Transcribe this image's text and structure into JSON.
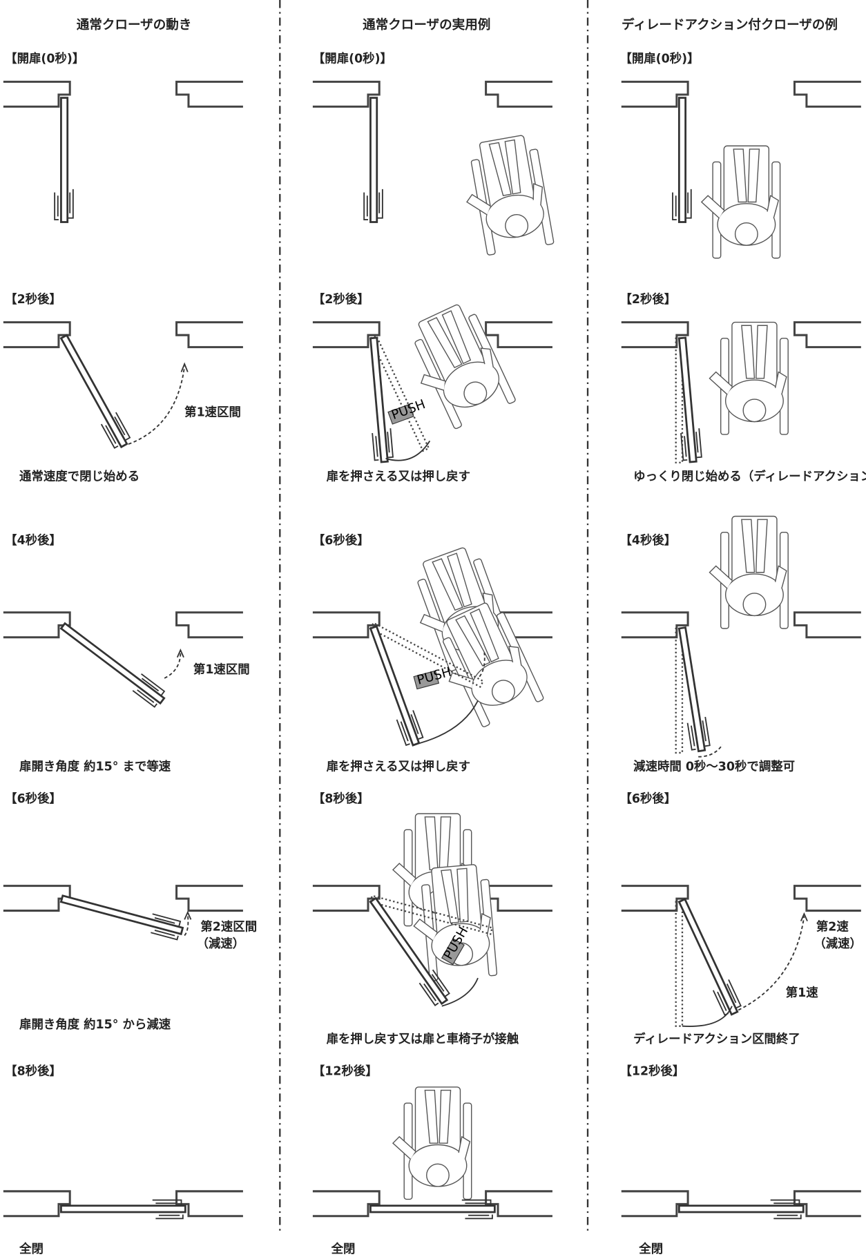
{
  "columns": [
    {
      "title": "通常クローザの動き",
      "steps": [
        {
          "label": "【開扉(0秒)】"
        },
        {
          "label": "【2秒後】",
          "caption": "通常速度で閉じ始める",
          "note": "第1速区間"
        },
        {
          "label": "【4秒後】",
          "caption": "扉開き角度 約15° まで等速",
          "note": "第1速区間"
        },
        {
          "label": "【6秒後】",
          "caption": "扉開き角度 約15° から減速",
          "note": "第2速区間",
          "note2": "（減速）"
        },
        {
          "label": "【8秒後】",
          "caption": "全閉"
        }
      ]
    },
    {
      "title": "通常クローザの実用例",
      "steps": [
        {
          "label": "【開扉(0秒)】"
        },
        {
          "label": "【2秒後】",
          "caption": "扉を押さえる又は押し戻す"
        },
        {
          "label": "【6秒後】",
          "caption": "扉を押さえる又は押し戻す"
        },
        {
          "label": "【8秒後】",
          "caption": "扉を押し戻す又は扉と車椅子が接触"
        },
        {
          "label": "【12秒後】",
          "caption": "全閉"
        }
      ],
      "push_label": "PUSH"
    },
    {
      "title": "ディレードアクション付クローザの例",
      "steps": [
        {
          "label": "【開扉(0秒)】"
        },
        {
          "label": "【2秒後】",
          "caption": "ゆっくり閉じ始める（ディレードアクション）"
        },
        {
          "label": "【4秒後】",
          "caption": "減速時間 0秒～30秒で調整可"
        },
        {
          "label": "【6秒後】",
          "caption": "ディレードアクション区間終了",
          "note": "第2速",
          "note2": "（減速）",
          "note3": "第1速"
        },
        {
          "label": "【12秒後】",
          "caption": "全閉"
        }
      ]
    }
  ]
}
